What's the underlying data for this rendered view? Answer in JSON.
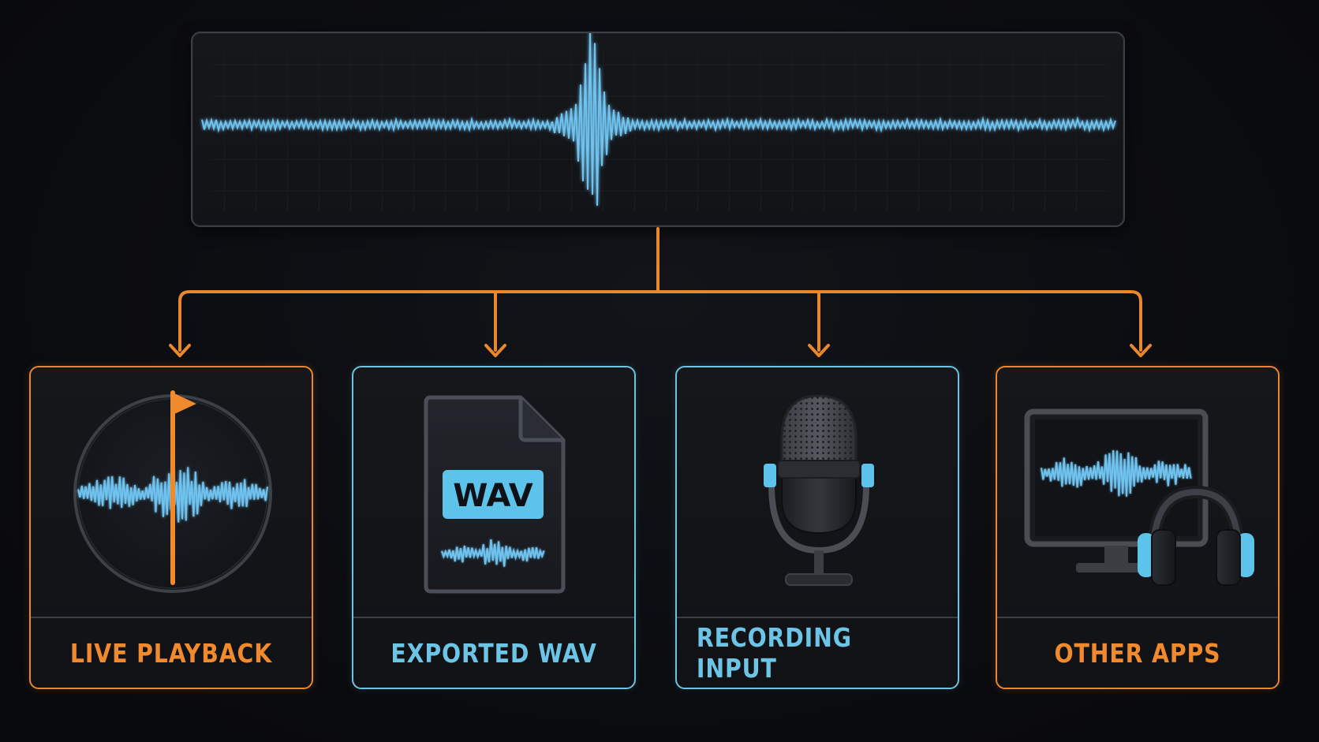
{
  "colors": {
    "accent_orange": "#e8872e",
    "accent_blue": "#6fc3df",
    "background": "#0b0c10"
  },
  "source": {
    "icon": "waveform-icon"
  },
  "outputs": [
    {
      "label": "LIVE PLAYBACK",
      "icon": "playhead-waveform-icon",
      "accent": "orange"
    },
    {
      "label": "EXPORTED WAV",
      "icon": "wav-file-icon",
      "badge": "WAV",
      "accent": "blue"
    },
    {
      "label": "RECORDING INPUT",
      "icon": "microphone-icon",
      "accent": "blue"
    },
    {
      "label": "OTHER APPS",
      "icon": "monitor-headphones-icon",
      "accent": "orange"
    }
  ]
}
